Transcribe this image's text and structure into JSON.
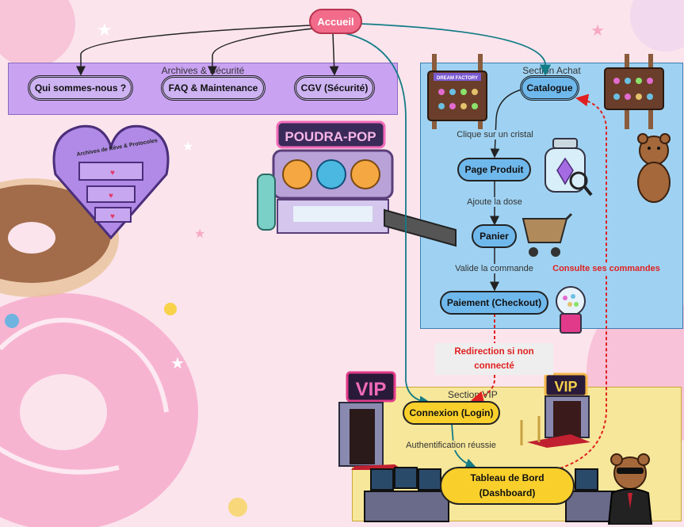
{
  "accueil": "Accueil",
  "archives": {
    "title": "Archives & Sécurité",
    "about": "Qui sommes-nous ?",
    "faq": "FAQ & Maintenance",
    "cgv": "CGV (Sécurité)",
    "heart_label": "Archives de Rêve & Protocoles"
  },
  "achat": {
    "title": "Section Achat",
    "catalogue": "Catalogue",
    "page_produit": "Page Produit",
    "panier": "Panier",
    "paiement": "Paiement (Checkout)",
    "edge_cristal": "Clique sur un cristal",
    "edge_dose": "Ajoute la dose",
    "edge_valide": "Valide la commande",
    "edge_consulte": "Consulte ses commandes",
    "sign_dream": "DREAM FACTORY"
  },
  "machine_sign": "POUDRA-POP",
  "redirect_label": "Redirection si non connecté",
  "vip": {
    "title": "Section VIP",
    "login": "Connexion (Login)",
    "edge_auth": "Authentification réussie",
    "dashboard": "Tableau de Bord (Dashboard)",
    "sign": "VIP"
  },
  "colors": {
    "accueil": "#f26b8a",
    "archives_bg": "#c9a2f2",
    "achat_bg": "#9fd2f2",
    "vip_bg": "#f7e79a",
    "node_purple": "#cdb3f2",
    "node_blue": "#6fb8ec",
    "node_yellow": "#f9cf2b",
    "edge_dark": "#222222",
    "edge_teal": "#137c86",
    "edge_red": "#e02020"
  }
}
